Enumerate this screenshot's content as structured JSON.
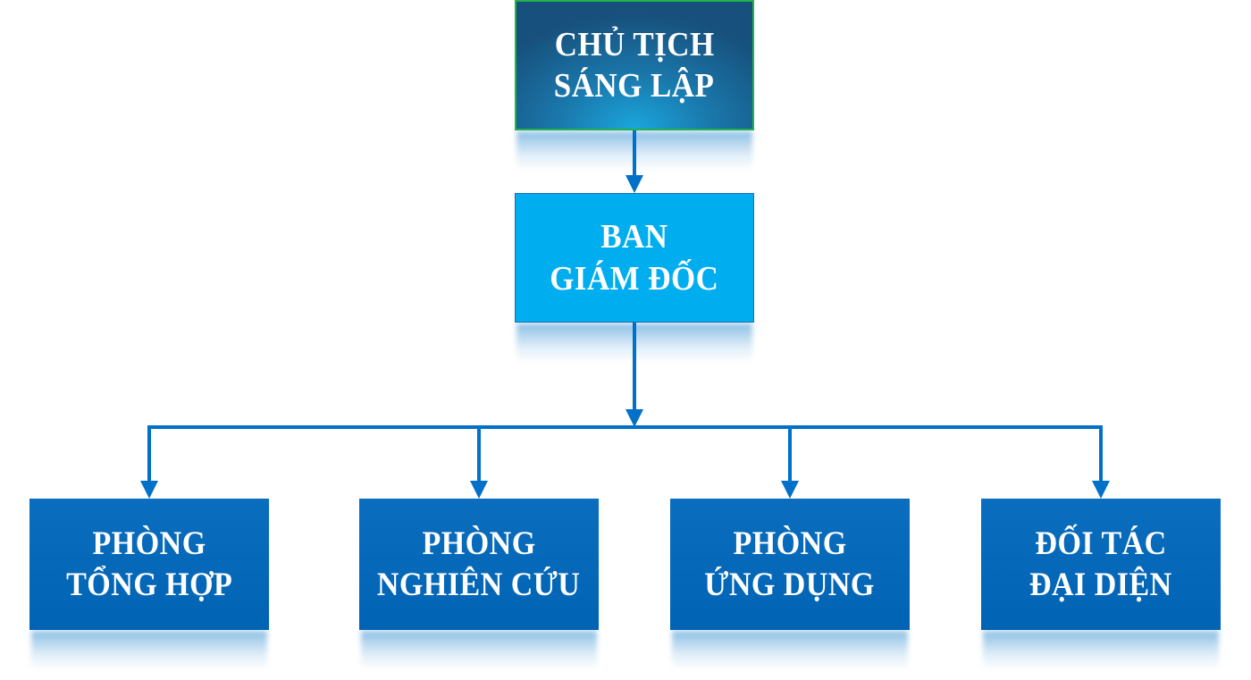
{
  "diagram": {
    "type": "org-chart",
    "connector_color": "#0070c8",
    "root": {
      "lines": [
        "CHỦ TỊCH",
        "SÁNG LẬP"
      ],
      "fill": "#1a6fa3",
      "border": "#22b24c"
    },
    "management": {
      "lines": [
        "BAN",
        "GIÁM ĐỐC"
      ],
      "fill": "#00aeef"
    },
    "departments": [
      {
        "lines": [
          "PHÒNG",
          "TỔNG HỢP"
        ],
        "fill": "#0066b8"
      },
      {
        "lines": [
          "PHÒNG",
          "NGHIÊN CỨU"
        ],
        "fill": "#0066b8"
      },
      {
        "lines": [
          "PHÒNG",
          "ỨNG DỤNG"
        ],
        "fill": "#0066b8"
      },
      {
        "lines": [
          "ĐỐI TÁC",
          "ĐẠI DIỆN"
        ],
        "fill": "#0066b8"
      }
    ]
  }
}
